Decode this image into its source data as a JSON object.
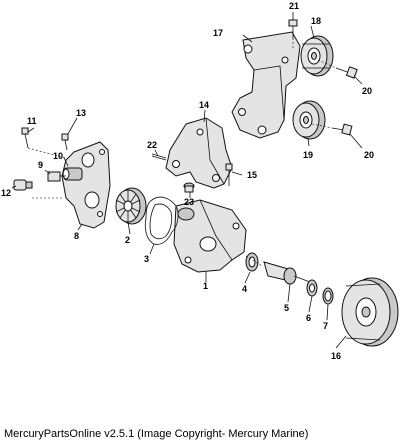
{
  "callouts": [
    {
      "id": "c1",
      "text": "1"
    },
    {
      "id": "c2",
      "text": "2"
    },
    {
      "id": "c3",
      "text": "3"
    },
    {
      "id": "c4",
      "text": "4"
    },
    {
      "id": "c5",
      "text": "5"
    },
    {
      "id": "c6",
      "text": "6"
    },
    {
      "id": "c7",
      "text": "7"
    },
    {
      "id": "c8",
      "text": "8"
    },
    {
      "id": "c9",
      "text": "9"
    },
    {
      "id": "c10",
      "text": "10"
    },
    {
      "id": "c11",
      "text": "11"
    },
    {
      "id": "c12",
      "text": "12"
    },
    {
      "id": "c13",
      "text": "13"
    },
    {
      "id": "c14",
      "text": "14"
    },
    {
      "id": "c15",
      "text": "15"
    },
    {
      "id": "c16",
      "text": "16"
    },
    {
      "id": "c17",
      "text": "17"
    },
    {
      "id": "c18",
      "text": "18"
    },
    {
      "id": "c19",
      "text": "19"
    },
    {
      "id": "c20a",
      "text": "20"
    },
    {
      "id": "c20b",
      "text": "20"
    },
    {
      "id": "c21",
      "text": "21"
    },
    {
      "id": "c22",
      "text": "22"
    },
    {
      "id": "c23",
      "text": "23"
    }
  ],
  "footer": {
    "text": "MercuryPartsOnline v2.5.1 (Image Copyright- Mercury Marine)"
  }
}
